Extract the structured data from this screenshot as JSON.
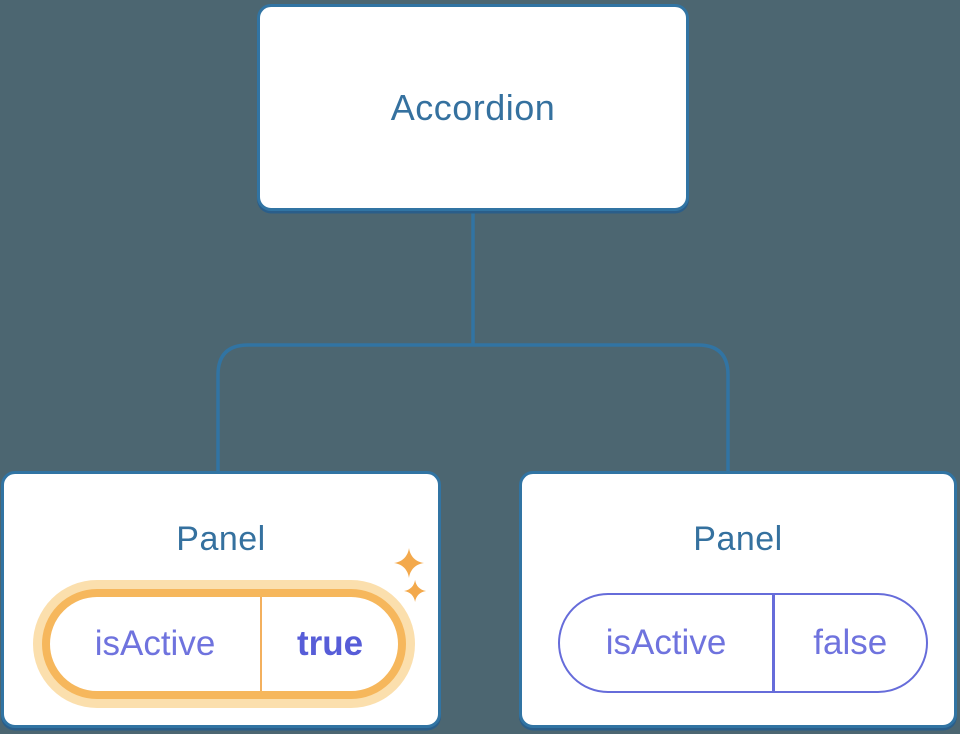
{
  "diagram": {
    "root": {
      "label": "Accordion"
    },
    "panels": [
      {
        "title": "Panel",
        "state": {
          "key": "isActive",
          "value": "true"
        },
        "highlighted": true,
        "icons": [
          "sparkle-large",
          "sparkle-small"
        ]
      },
      {
        "title": "Panel",
        "state": {
          "key": "isActive",
          "value": "false"
        },
        "highlighted": false
      }
    ]
  },
  "colors": {
    "background": "#4c6671",
    "node_fill": "#ffffff",
    "node_border": "#3174a3",
    "node_shadow": "#2a5e8a",
    "node_text": "#35719f",
    "connector": "#3174a3",
    "state_text": "#6f73de",
    "state_value_active_text": "#575dd8",
    "state_border_inactive": "#666cda",
    "highlight_border": "#f6b75c",
    "highlight_glow": "#fbdfad",
    "highlight_divider": "#f3b05e",
    "sparkle": "#f3a94c"
  }
}
